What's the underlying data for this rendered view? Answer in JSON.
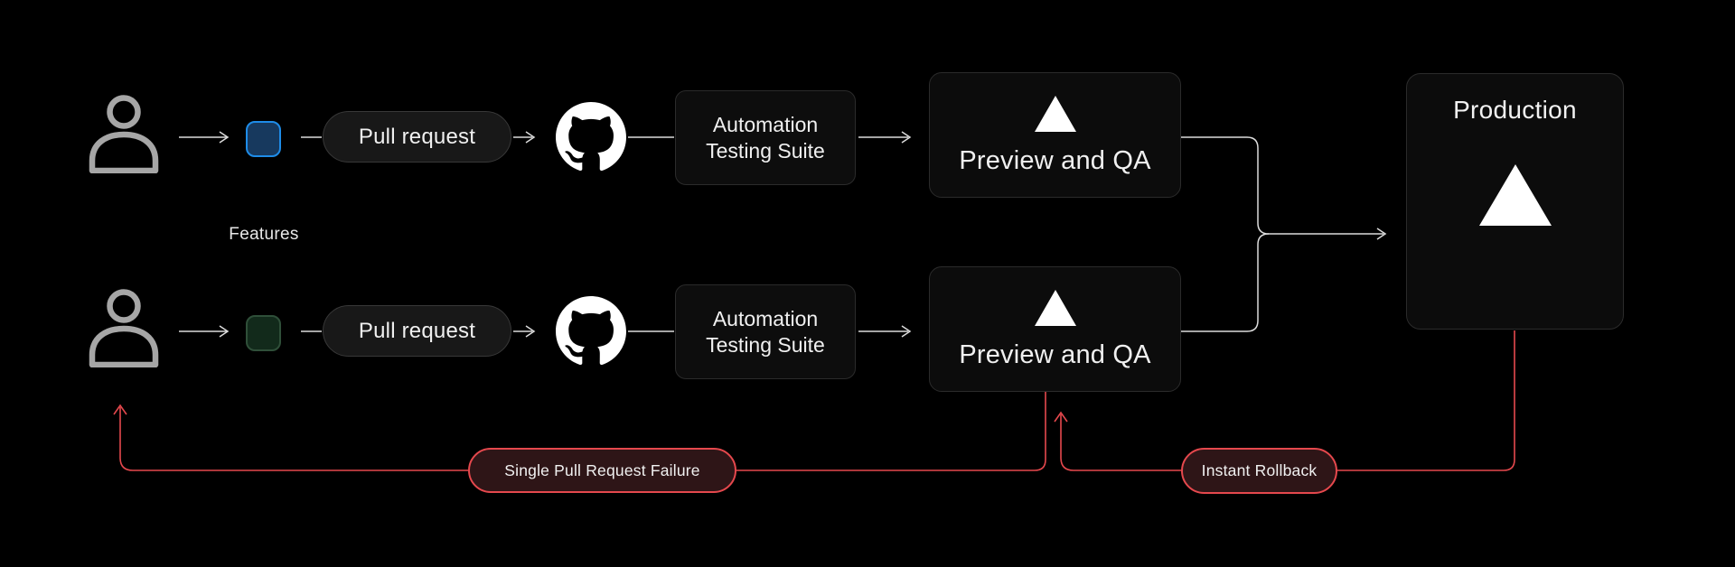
{
  "canvas": {
    "background": "#000000"
  },
  "features_label": "Features",
  "rows": [
    {
      "branch": {
        "fill": "#17395E",
        "border": "#1E8CE8"
      },
      "pull_request_label": "Pull request",
      "automation_label": "Automation Testing Suite",
      "preview_label": "Preview and QA"
    },
    {
      "branch": {
        "fill": "#122A1B",
        "border": "#2F4F39"
      },
      "pull_request_label": "Pull request",
      "automation_label": "Automation Testing Suite",
      "preview_label": "Preview and QA"
    }
  ],
  "production_label": "Production",
  "badges": {
    "failure_label": "Single Pull Request Failure",
    "rollback_label": "Instant Rollback"
  },
  "icons": {
    "person": "person-icon",
    "github": "github-icon",
    "deployment_triangle": "vercel-triangle-icon"
  },
  "colors": {
    "connector": "#DCDCDC",
    "alert": "#E5484D",
    "box_background": "#0D0D0D",
    "box_border": "#2B2B2B",
    "text": "#F0F0F0"
  }
}
